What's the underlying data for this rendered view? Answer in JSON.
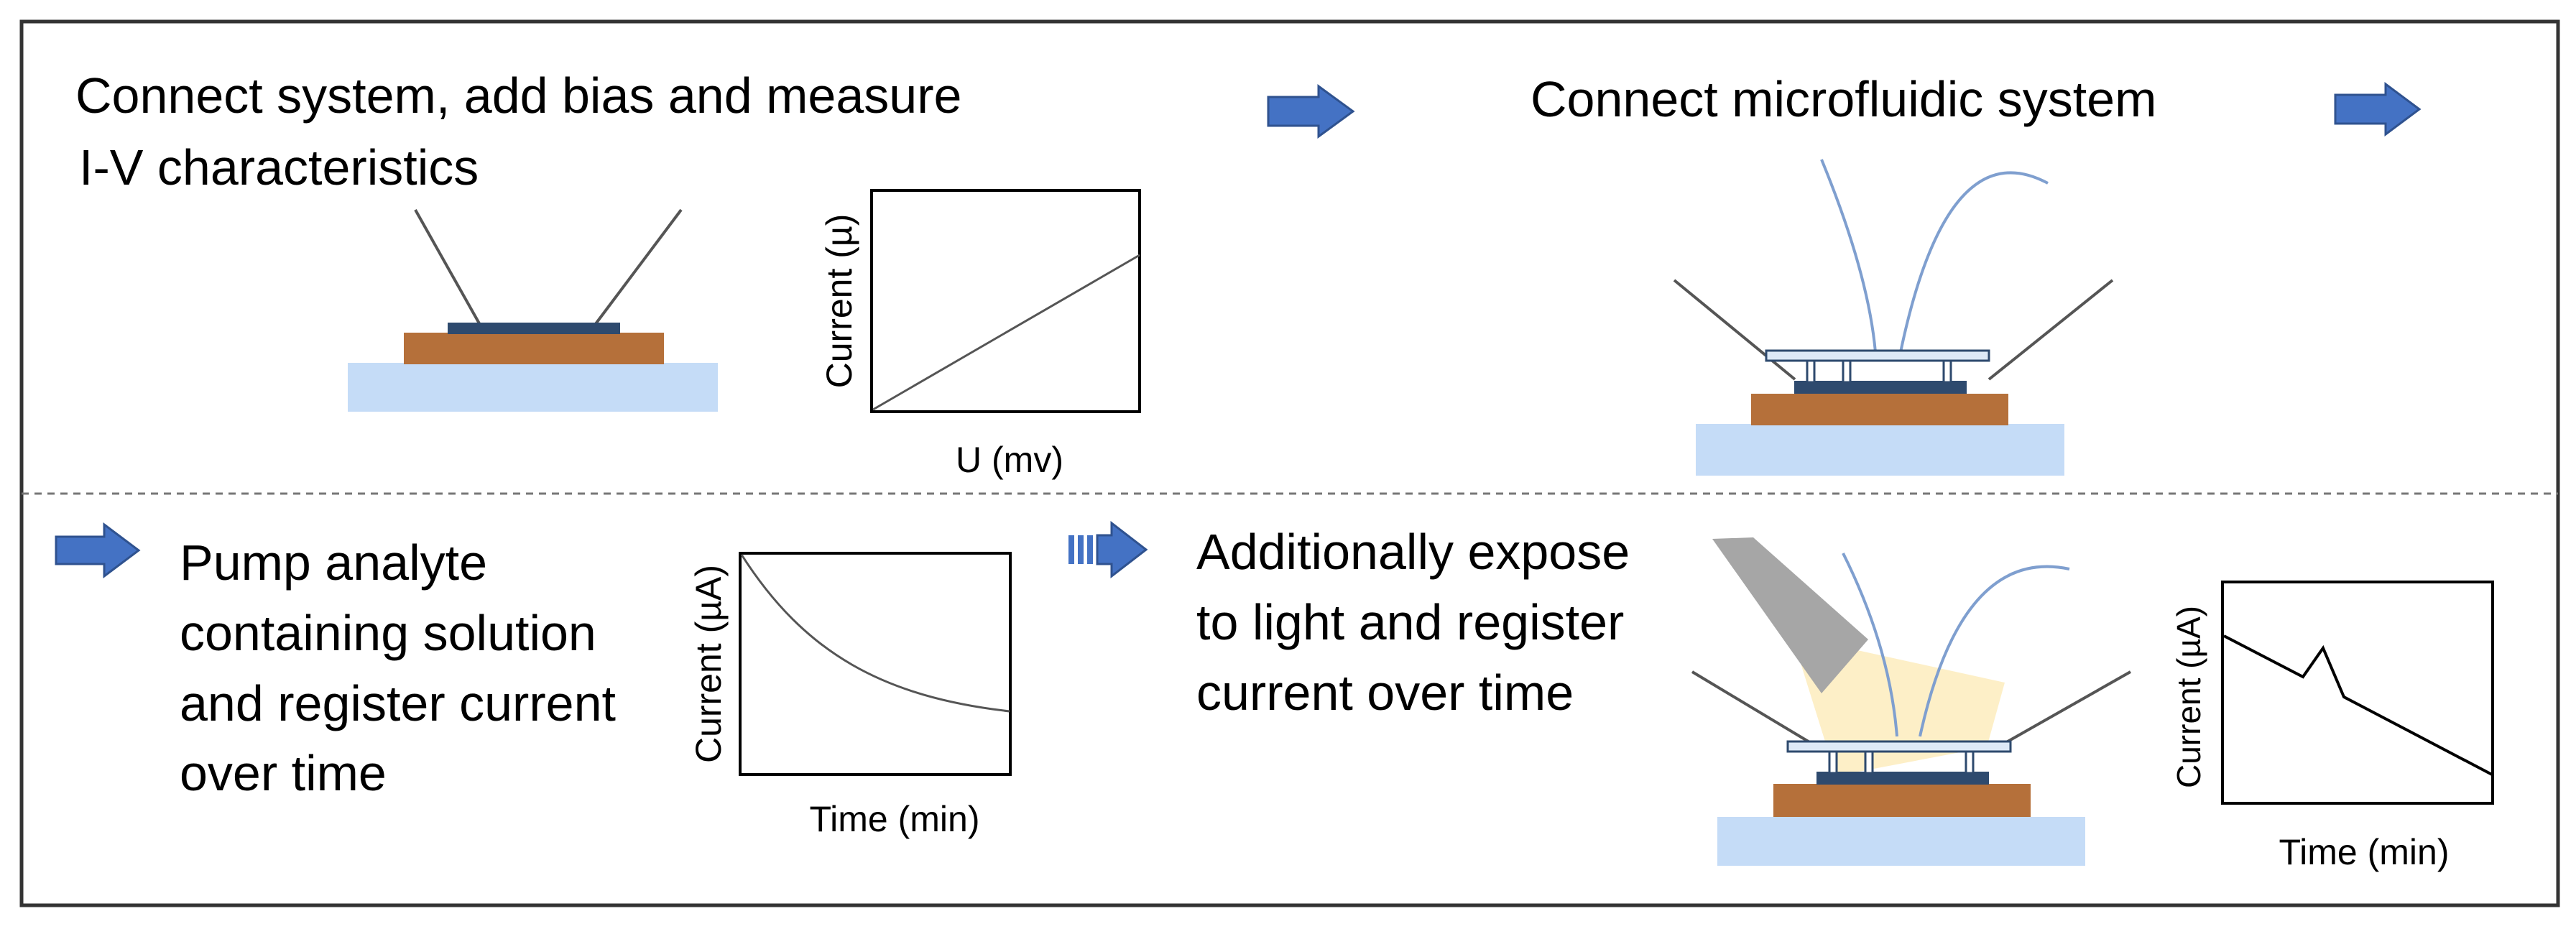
{
  "steps": [
    {
      "title_lines": [
        "Connect system, add bias and measure",
        "I-V characteristics"
      ],
      "graph": {
        "ylabel": "Current (µ)",
        "xlabel": "U (mv)",
        "curve": "linear-rise"
      }
    },
    {
      "title_lines": [
        "Connect microfluidic system"
      ]
    },
    {
      "title_lines": [
        "Pump analyte",
        "containing solution",
        "and register current",
        "over time"
      ],
      "graph": {
        "ylabel": "Current (µA)",
        "xlabel": "Time (min)",
        "curve": "exponential-decay"
      }
    },
    {
      "title_lines": [
        "Additionally expose",
        "to light and register",
        "current over time"
      ],
      "graph": {
        "ylabel": "Current (µA)",
        "xlabel": "Time (min)",
        "curve": "decay-with-peak"
      }
    }
  ],
  "colors": {
    "arrow": "#4472c4",
    "substrate": "#c5dcf7",
    "electrode": "#b5703a",
    "chip": "#2e4a6e",
    "channel_lid": "#dde9f7",
    "tubing": "#7f9fcf",
    "wire": "#555555",
    "lamp": "#a6a6a6",
    "light": "#fdefc7"
  },
  "icons": [
    "right-arrow-icon",
    "striped-right-arrow-icon",
    "lamp-icon"
  ]
}
